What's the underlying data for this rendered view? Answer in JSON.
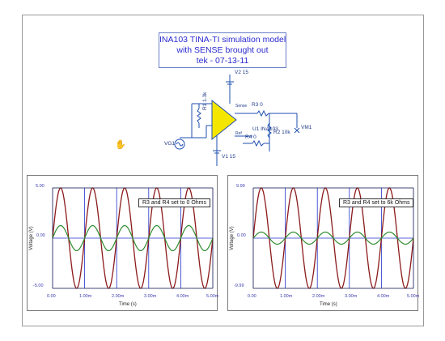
{
  "title_box": {
    "line1": "INA103 TINA-TI simulation model",
    "line2": "with SENSE brought out",
    "line3": "tek - 07-13-11"
  },
  "schematic": {
    "v2": "V2 15",
    "v1": "V1 15",
    "r3": "R3 0",
    "r4": "R4 0",
    "r2": "R2 10k",
    "r1": "R1 1.3k",
    "u1": "U1 INA103",
    "vg1": "VG1",
    "vm1": "VM1",
    "pin_sense": "Sense",
    "pin_ref": "Ref"
  },
  "chart_data": [
    {
      "type": "line",
      "annotation": "R3 and R4 set to 0 Ohms",
      "xlabel": "Time (s)",
      "ylabel": "Voltage (V)",
      "x_ticks": [
        "0.00",
        "1.00m",
        "2.00m",
        "3.00m",
        "4.00m",
        "5.00m"
      ],
      "y_ticks": [
        "5.00",
        "0.00",
        "-5.00"
      ],
      "xlim": [
        0,
        0.005
      ],
      "ylim": [
        -5,
        5
      ],
      "grid": true,
      "frequency_hz": 1000,
      "series": [
        {
          "color": "#8b1a1a",
          "amplitude": 5.0,
          "phase": "sine"
        },
        {
          "color": "#2e8b2e",
          "amplitude": 1.25,
          "phase": "sine"
        }
      ]
    },
    {
      "type": "line",
      "annotation": "R3 and R4 set to 6k Ohms",
      "xlabel": "Time (s)",
      "ylabel": "Voltage (V)",
      "x_ticks": [
        "0.00",
        "1.00m",
        "2.00m",
        "3.00m",
        "4.00m",
        "5.00m"
      ],
      "y_ticks": [
        "9.99",
        "0.00",
        "-9.99"
      ],
      "xlim": [
        0,
        0.005
      ],
      "ylim": [
        -9.99,
        9.99
      ],
      "grid": true,
      "frequency_hz": 1000,
      "series": [
        {
          "color": "#8b1a1a",
          "amplitude": 9.99,
          "phase": "sine"
        },
        {
          "color": "#2e8b2e",
          "amplitude": 1.2,
          "phase": "sine"
        }
      ]
    }
  ],
  "colors": {
    "wire": "#1f4fb0",
    "opamp_fill": "#f5e600",
    "grid": "#2233cc",
    "background": "#ffffff"
  }
}
